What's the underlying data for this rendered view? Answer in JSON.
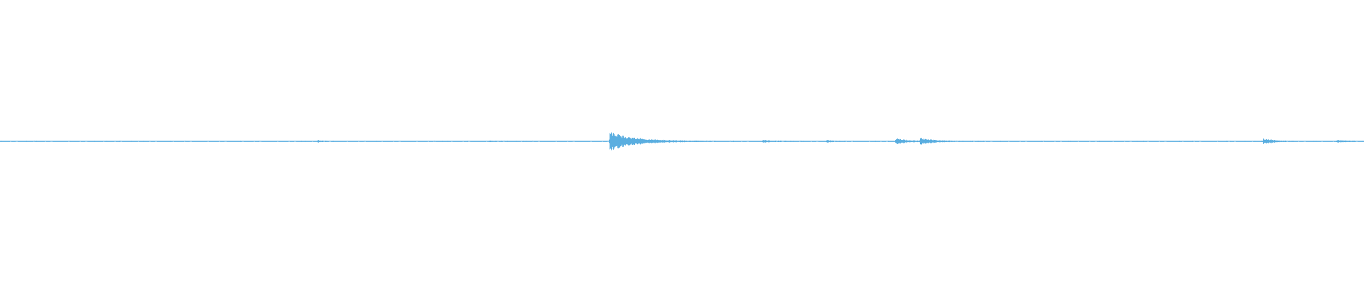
{
  "waveform": {
    "color": "#5aaee0",
    "baseline_color": "#8cc6ea",
    "peak_amplitude": 1.0,
    "events": [
      {
        "t": 0.2325,
        "amp": 0.12,
        "decay": 0.004
      },
      {
        "t": 0.3585,
        "amp": 0.05,
        "decay": 0.004
      },
      {
        "t": 0.4468,
        "amp": 1.0,
        "decay": 0.018
      },
      {
        "t": 0.5585,
        "amp": 0.12,
        "decay": 0.009
      },
      {
        "t": 0.6058,
        "amp": 0.12,
        "decay": 0.005
      },
      {
        "t": 0.6565,
        "amp": 0.33,
        "decay": 0.008
      },
      {
        "t": 0.6744,
        "amp": 0.33,
        "decay": 0.01
      },
      {
        "t": 0.926,
        "amp": 0.3,
        "decay": 0.007
      },
      {
        "t": 0.98,
        "amp": 0.12,
        "decay": 0.006
      }
    ]
  }
}
